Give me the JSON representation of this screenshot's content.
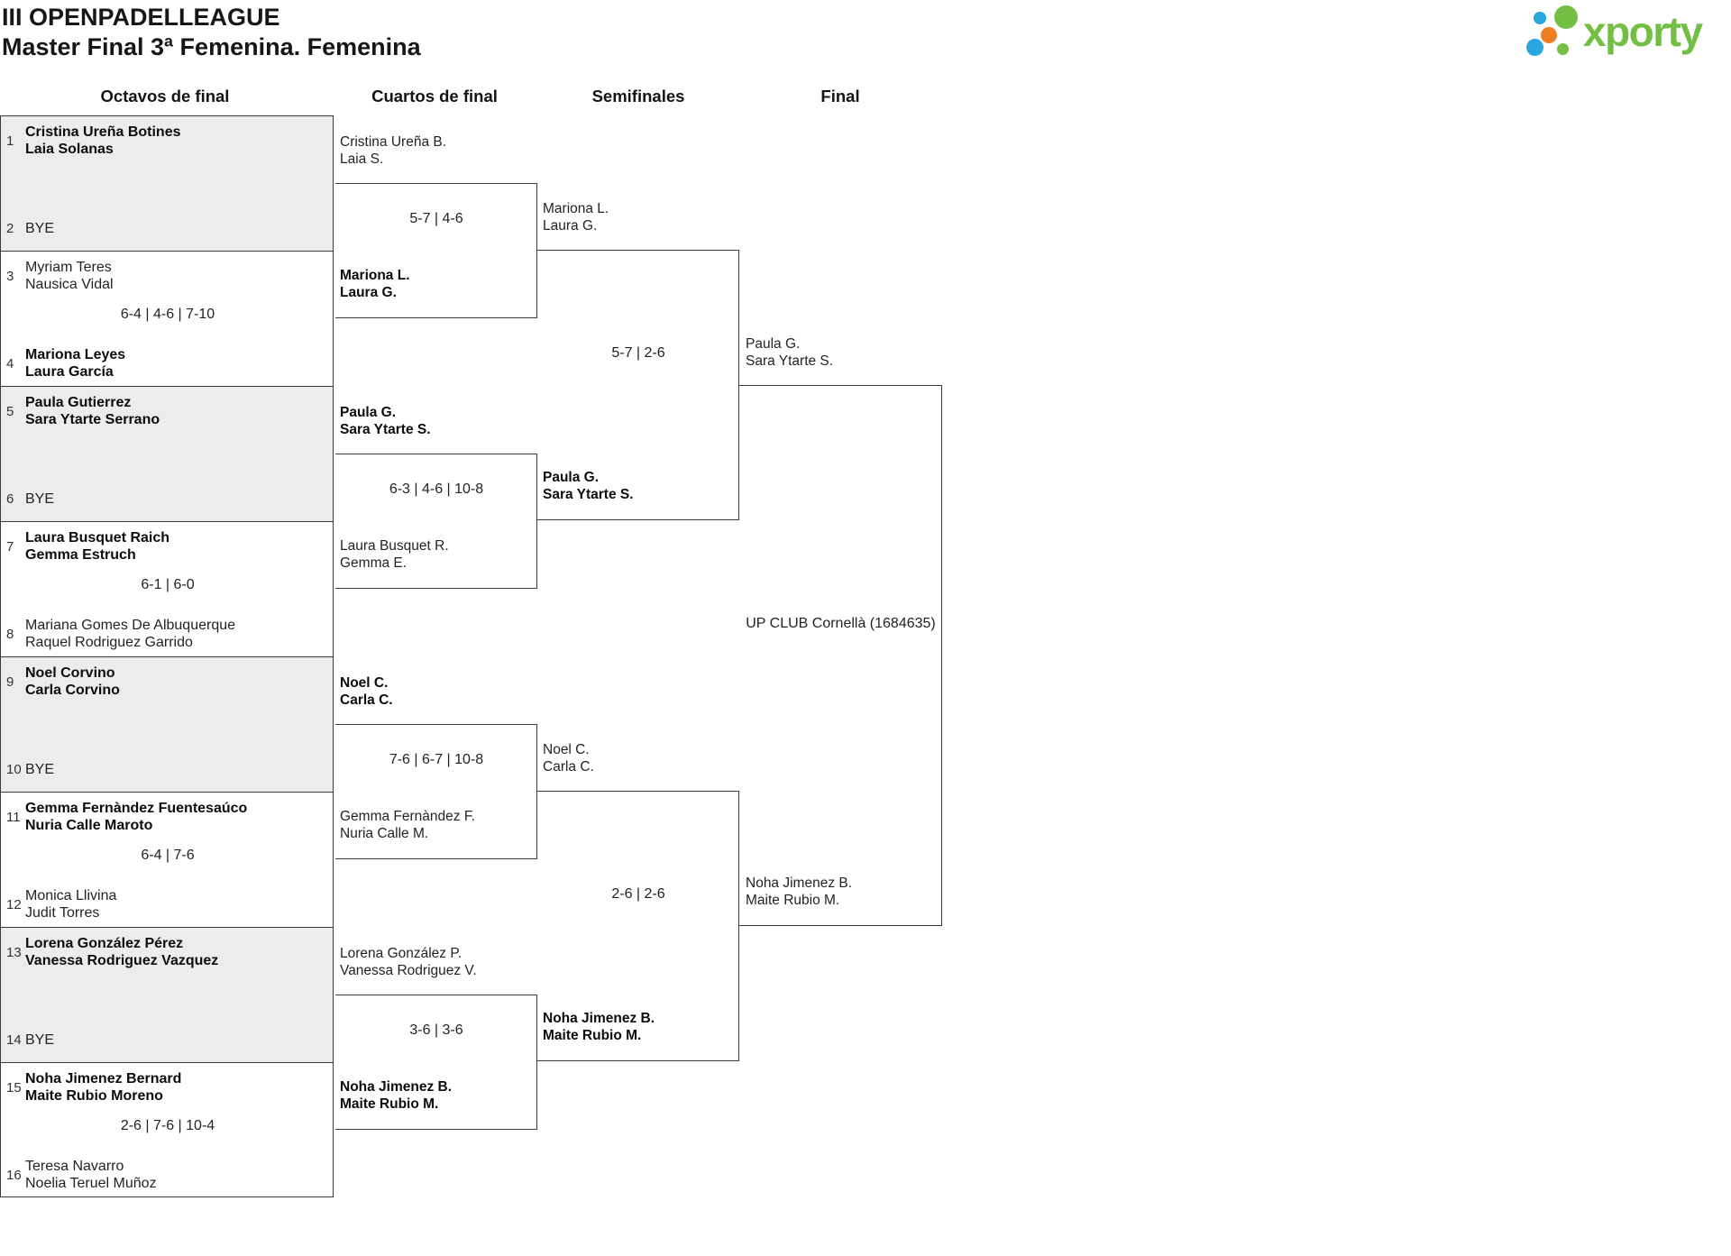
{
  "header": {
    "title1": "III OPENPADELLEAGUE",
    "title2": "Master Final 3ª Femenina. Femenina"
  },
  "logo": {
    "text": "xporty",
    "colors": {
      "green": "#72bf44",
      "blue": "#29a7e1",
      "orange": "#ee7d23"
    }
  },
  "rounds": [
    "Octavos de final",
    "Cuartos de final",
    "Semifinales",
    "Final"
  ],
  "octavos": [
    {
      "seed_top": "1",
      "top": [
        "Cristina Ureña Botines",
        "Laia Solanas"
      ],
      "top_bold": true,
      "seed_bottom": "2",
      "bottom": [
        "BYE"
      ],
      "bottom_bold": false,
      "score": ""
    },
    {
      "seed_top": "3",
      "top": [
        "Myriam Teres",
        "Nausica Vidal"
      ],
      "top_bold": false,
      "seed_bottom": "4",
      "bottom": [
        "Mariona Leyes",
        "Laura García"
      ],
      "bottom_bold": true,
      "score": "6-4 | 4-6 | 7-10"
    },
    {
      "seed_top": "5",
      "top": [
        "Paula Gutierrez",
        "Sara Ytarte Serrano"
      ],
      "top_bold": true,
      "seed_bottom": "6",
      "bottom": [
        "BYE"
      ],
      "bottom_bold": false,
      "score": ""
    },
    {
      "seed_top": "7",
      "top": [
        "Laura Busquet Raich",
        "Gemma Estruch"
      ],
      "top_bold": true,
      "seed_bottom": "8",
      "bottom": [
        "Mariana Gomes De Albuquerque",
        "Raquel Rodriguez Garrido"
      ],
      "bottom_bold": false,
      "score": "6-1 | 6-0"
    },
    {
      "seed_top": "9",
      "top": [
        "Noel Corvino",
        "Carla Corvino"
      ],
      "top_bold": true,
      "seed_bottom": "10",
      "bottom": [
        "BYE"
      ],
      "bottom_bold": false,
      "score": ""
    },
    {
      "seed_top": "11",
      "top": [
        "Gemma Fernàndez Fuentesaúco",
        "Nuria Calle Maroto"
      ],
      "top_bold": true,
      "seed_bottom": "12",
      "bottom": [
        "Monica Llivina",
        "Judit Torres"
      ],
      "bottom_bold": false,
      "score": "6-4 | 7-6"
    },
    {
      "seed_top": "13",
      "top": [
        "Lorena González Pérez",
        "Vanessa Rodriguez Vazquez"
      ],
      "top_bold": true,
      "seed_bottom": "14",
      "bottom": [
        "BYE"
      ],
      "bottom_bold": false,
      "score": ""
    },
    {
      "seed_top": "15",
      "top": [
        "Noha Jimenez Bernard",
        "Maite Rubio Moreno"
      ],
      "top_bold": true,
      "seed_bottom": "16",
      "bottom": [
        "Teresa Navarro",
        "Noelia Teruel Muñoz"
      ],
      "bottom_bold": false,
      "score": "2-6 | 7-6 | 10-4"
    }
  ],
  "quarterfinals": [
    {
      "top": [
        "Cristina Ureña B.",
        "Laia S."
      ],
      "top_bold": false,
      "bottom": [
        "Mariona L.",
        "Laura G."
      ],
      "bottom_bold": true,
      "score": "5-7 | 4-6"
    },
    {
      "top": [
        "Paula G.",
        "Sara Ytarte S."
      ],
      "top_bold": true,
      "bottom": [
        "Laura Busquet R.",
        "Gemma E."
      ],
      "bottom_bold": false,
      "score": "6-3 | 4-6 | 10-8"
    },
    {
      "top": [
        "Noel C.",
        "Carla C."
      ],
      "top_bold": true,
      "bottom": [
        "Gemma Fernàndez F.",
        "Nuria Calle M."
      ],
      "bottom_bold": false,
      "score": "7-6 | 6-7 | 10-8"
    },
    {
      "top": [
        "Lorena González P.",
        "Vanessa Rodriguez V."
      ],
      "top_bold": false,
      "bottom": [
        "Noha Jimenez B.",
        "Maite Rubio M."
      ],
      "bottom_bold": true,
      "score": "3-6 | 3-6"
    }
  ],
  "semifinals": [
    {
      "top": [
        "Mariona L.",
        "Laura G."
      ],
      "top_bold": false,
      "bottom": [
        "Paula G.",
        "Sara Ytarte S."
      ],
      "bottom_bold": true,
      "score": "5-7 | 2-6"
    },
    {
      "top": [
        "Noel C.",
        "Carla C."
      ],
      "top_bold": false,
      "bottom": [
        "Noha Jimenez B.",
        "Maite Rubio M."
      ],
      "bottom_bold": true,
      "score": "2-6 | 2-6"
    }
  ],
  "final": {
    "top": [
      "Paula G.",
      "Sara Ytarte S."
    ],
    "bottom": [
      "Noha Jimenez B.",
      "Maite Rubio M."
    ],
    "venue": "UP CLUB Cornellà (1684635)"
  }
}
